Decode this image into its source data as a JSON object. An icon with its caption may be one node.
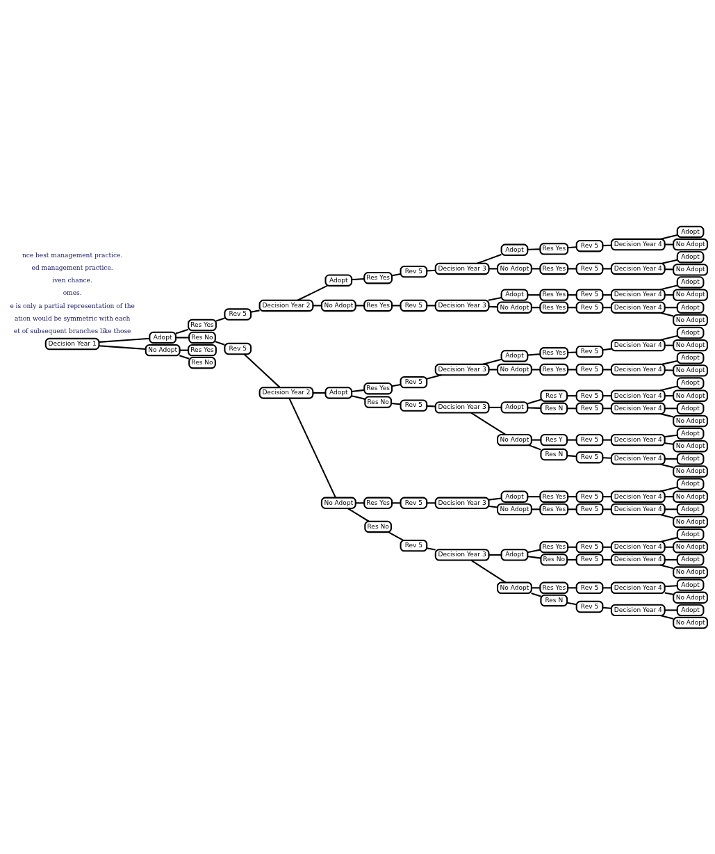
{
  "diagram": {
    "nodes": [
      {
        "text": [
          "Decision Year 1"
        ]
      },
      {
        "text": [
          "Adopt"
        ]
      },
      {
        "text": [
          "Res Yes"
        ]
      },
      {
        "text": [
          "Rev 5"
        ]
      },
      {
        "text": [
          "Decision Year 2"
        ]
      },
      {
        "text": [
          "Adopt"
        ]
      },
      {
        "text": [
          "Res Yes"
        ]
      },
      {
        "text": [
          "Rev 5"
        ]
      },
      {
        "text": [
          "Decision Year 3"
        ]
      },
      {
        "text": [
          "Adopt"
        ]
      },
      {
        "text": [
          "Res Yes"
        ]
      },
      {
        "text": [
          "Rev 5"
        ]
      },
      {
        "text": [
          "Decision Year 4"
        ]
      },
      {
        "text": [
          "Adopt"
        ]
      },
      {
        "text": [
          "No Adopt"
        ]
      },
      {
        "text": [
          "No Adopt"
        ]
      },
      {
        "text": [
          "Res Yes"
        ]
      },
      {
        "text": [
          "Rev 5"
        ]
      },
      {
        "text": [
          "Decision Year 4"
        ]
      },
      {
        "text": [
          "Adopt"
        ]
      },
      {
        "text": [
          "No Adopt"
        ]
      },
      {
        "text": [
          "No Adopt"
        ]
      },
      {
        "text": [
          "Res Yes"
        ]
      },
      {
        "text": [
          "Rev 5"
        ]
      },
      {
        "text": [
          "Decision Year 3"
        ]
      },
      {
        "text": [
          "Adopt"
        ]
      },
      {
        "text": [
          "Res Yes"
        ]
      },
      {
        "text": [
          "Rev 5"
        ]
      },
      {
        "text": [
          "Decision Year 4"
        ]
      },
      {
        "text": [
          "Adopt"
        ]
      },
      {
        "text": [
          "No Adopt"
        ]
      },
      {
        "text": [
          "No Adopt"
        ]
      },
      {
        "text": [
          "Res Yes"
        ]
      },
      {
        "text": [
          "Rev 5"
        ]
      },
      {
        "text": [
          "Decision Year 4"
        ]
      },
      {
        "text": [
          "Adopt"
        ]
      },
      {
        "text": [
          "No Adopt"
        ]
      },
      {
        "text": [
          "Res No"
        ]
      },
      {
        "text": [
          "Rev 5"
        ]
      },
      {
        "text": [
          "Decision Year 2"
        ]
      },
      {
        "text": [
          "Adopt"
        ]
      },
      {
        "text": [
          "Res Yes"
        ]
      },
      {
        "text": [
          "Rev 5"
        ]
      },
      {
        "text": [
          "Decision Year 3"
        ]
      },
      {
        "text": [
          "Adopt"
        ]
      },
      {
        "text": [
          "Res Yes"
        ]
      },
      {
        "text": [
          "Rev 5"
        ]
      },
      {
        "text": [
          "Decision Year 4"
        ]
      },
      {
        "text": [
          "Adopt"
        ]
      },
      {
        "text": [
          "No Adopt"
        ]
      },
      {
        "text": [
          "No Adopt"
        ]
      },
      {
        "text": [
          "Res Yes"
        ]
      },
      {
        "text": [
          "Rev 5"
        ]
      },
      {
        "text": [
          "Decision Year 4"
        ]
      },
      {
        "text": [
          "Adopt"
        ]
      },
      {
        "text": [
          "No Adopt"
        ]
      },
      {
        "text": [
          "Res No"
        ]
      },
      {
        "text": [
          "Rev 5"
        ]
      },
      {
        "text": [
          "Decision Year 3"
        ]
      },
      {
        "text": [
          "Adopt"
        ]
      },
      {
        "text": [
          "Res Y"
        ]
      },
      {
        "text": [
          "Rev 5"
        ]
      },
      {
        "text": [
          "Decision Year 4"
        ]
      },
      {
        "text": [
          "Adopt"
        ]
      },
      {
        "text": [
          "No Adopt"
        ]
      },
      {
        "text": [
          "Res N"
        ]
      },
      {
        "text": [
          "Rev 5"
        ]
      },
      {
        "text": [
          "Decision Year 4"
        ]
      },
      {
        "text": [
          "Adopt"
        ]
      },
      {
        "text": [
          "No Adopt"
        ]
      },
      {
        "text": [
          "No Adopt"
        ]
      },
      {
        "text": [
          "Res Y"
        ]
      },
      {
        "text": [
          "Rev 5"
        ]
      },
      {
        "text": [
          "Decision Year 4"
        ]
      },
      {
        "text": [
          "Adopt"
        ]
      },
      {
        "text": [
          "No Adopt"
        ]
      },
      {
        "text": [
          "Res N"
        ]
      },
      {
        "text": [
          "Rev 5"
        ]
      },
      {
        "text": [
          "Decision Year 4"
        ]
      },
      {
        "text": [
          "Adopt"
        ]
      },
      {
        "text": [
          "No Adopt"
        ]
      },
      {
        "text": [
          "No Adopt"
        ]
      },
      {
        "text": [
          "Res Yes"
        ]
      },
      {
        "text": [
          "Rev 5"
        ]
      },
      {
        "text": [
          "Decision Year 3"
        ]
      },
      {
        "text": [
          "Adopt"
        ]
      },
      {
        "text": [
          "Res Yes"
        ]
      },
      {
        "text": [
          "Rev 5"
        ]
      },
      {
        "text": [
          "Decision Year 4"
        ]
      },
      {
        "text": [
          "Adopt"
        ]
      },
      {
        "text": [
          "No Adopt"
        ]
      },
      {
        "text": [
          "No Adopt"
        ]
      },
      {
        "text": [
          "Res Yes"
        ]
      },
      {
        "text": [
          "Rev 5"
        ]
      },
      {
        "text": [
          "Decision Year 4"
        ]
      },
      {
        "text": [
          "Adopt"
        ]
      },
      {
        "text": [
          "No Adopt"
        ]
      },
      {
        "text": [
          "Res No"
        ]
      },
      {
        "text": [
          "Rev 5"
        ]
      },
      {
        "text": [
          "Decision Year 3"
        ]
      },
      {
        "text": [
          "Adopt"
        ]
      },
      {
        "text": [
          "Res Yes"
        ]
      },
      {
        "text": [
          "Rev 5"
        ]
      },
      {
        "text": [
          "Decision Year 4"
        ]
      },
      {
        "text": [
          "Adopt"
        ]
      },
      {
        "text": [
          "No Adopt"
        ]
      },
      {
        "text": [
          "Res No"
        ]
      },
      {
        "text": [
          "Rev 5"
        ]
      },
      {
        "text": [
          "Decision Year 4"
        ]
      },
      {
        "text": [
          "Adopt"
        ]
      },
      {
        "text": [
          "No Adopt"
        ]
      },
      {
        "text": [
          "No Adopt"
        ]
      },
      {
        "text": [
          "Res Yes"
        ]
      },
      {
        "text": [
          "Rev 5"
        ]
      },
      {
        "text": [
          "Decision Year 4"
        ]
      },
      {
        "text": [
          "Adopt"
        ]
      },
      {
        "text": [
          "No Adopt"
        ]
      },
      {
        "text": [
          "Res N"
        ]
      },
      {
        "text": [
          "Rev 5"
        ]
      },
      {
        "text": [
          "Decision Year 4"
        ]
      },
      {
        "text": [
          "Adopt"
        ]
      },
      {
        "text": [
          "No Adopt"
        ]
      },
      {
        "text": [
          "No Adopt"
        ]
      },
      {
        "text": [
          "Res Yes"
        ]
      },
      {
        "text": [
          "Res No"
        ]
      }
    ],
    "edges": [
      {
        "from": 0,
        "to": 1,
        "arrow": "none"
      },
      {
        "from": 1,
        "to": 2,
        "arrow": "none"
      },
      {
        "from": 2,
        "to": 3,
        "arrow": "none"
      },
      {
        "from": 3,
        "to": 4,
        "arrow": "none"
      },
      {
        "from": 4,
        "to": 5,
        "arrow": "none"
      },
      {
        "from": 5,
        "to": 6,
        "arrow": "none"
      },
      {
        "from": 6,
        "to": 7,
        "arrow": "none"
      },
      {
        "from": 7,
        "to": 8,
        "arrow": "none"
      },
      {
        "from": 8,
        "to": 9,
        "arrow": "none"
      },
      {
        "from": 9,
        "to": 10,
        "arrow": "none"
      },
      {
        "from": 10,
        "to": 11,
        "arrow": "none"
      },
      {
        "from": 11,
        "to": 12,
        "arrow": "none"
      },
      {
        "from": 12,
        "to": 13,
        "arrow": "none"
      },
      {
        "from": 12,
        "to": 14,
        "arrow": "none"
      },
      {
        "from": 8,
        "to": 15,
        "arrow": "none"
      },
      {
        "from": 15,
        "to": 16,
        "arrow": "none"
      },
      {
        "from": 16,
        "to": 17,
        "arrow": "none"
      },
      {
        "from": 17,
        "to": 18,
        "arrow": "none"
      },
      {
        "from": 18,
        "to": 19,
        "arrow": "none"
      },
      {
        "from": 18,
        "to": 20,
        "arrow": "none"
      },
      {
        "from": 4,
        "to": 21,
        "arrow": "none"
      },
      {
        "from": 21,
        "to": 22,
        "arrow": "none"
      },
      {
        "from": 22,
        "to": 23,
        "arrow": "none"
      },
      {
        "from": 23,
        "to": 24,
        "arrow": "none"
      },
      {
        "from": 24,
        "to": 25,
        "arrow": "none"
      },
      {
        "from": 25,
        "to": 26,
        "arrow": "none"
      },
      {
        "from": 26,
        "to": 27,
        "arrow": "none"
      },
      {
        "from": 27,
        "to": 28,
        "arrow": "none"
      },
      {
        "from": 28,
        "to": 29,
        "arrow": "none"
      },
      {
        "from": 28,
        "to": 30,
        "arrow": "none"
      },
      {
        "from": 24,
        "to": 31,
        "arrow": "none"
      },
      {
        "from": 31,
        "to": 32,
        "arrow": "none"
      },
      {
        "from": 32,
        "to": 33,
        "arrow": "none"
      },
      {
        "from": 33,
        "to": 34,
        "arrow": "none"
      },
      {
        "from": 34,
        "to": 35,
        "arrow": "none"
      },
      {
        "from": 34,
        "to": 36,
        "arrow": "none"
      },
      {
        "from": 1,
        "to": 37,
        "arrow": "none"
      },
      {
        "from": 37,
        "to": 38,
        "arrow": "none"
      },
      {
        "from": 38,
        "to": 39,
        "arrow": "none"
      },
      {
        "from": 39,
        "to": 40,
        "arrow": "none"
      },
      {
        "from": 40,
        "to": 41,
        "arrow": "none"
      },
      {
        "from": 41,
        "to": 42,
        "arrow": "none"
      },
      {
        "from": 42,
        "to": 43,
        "arrow": "none"
      },
      {
        "from": 43,
        "to": 44,
        "arrow": "none"
      },
      {
        "from": 44,
        "to": 45,
        "arrow": "none"
      },
      {
        "from": 45,
        "to": 46,
        "arrow": "none"
      },
      {
        "from": 46,
        "to": 47,
        "arrow": "none"
      },
      {
        "from": 47,
        "to": 48,
        "arrow": "none"
      },
      {
        "from": 47,
        "to": 49,
        "arrow": "none"
      },
      {
        "from": 43,
        "to": 50,
        "arrow": "none"
      },
      {
        "from": 50,
        "to": 51,
        "arrow": "none"
      },
      {
        "from": 51,
        "to": 52,
        "arrow": "none"
      },
      {
        "from": 52,
        "to": 53,
        "arrow": "none"
      },
      {
        "from": 53,
        "to": 54,
        "arrow": "none"
      },
      {
        "from": 53,
        "to": 55,
        "arrow": "none"
      },
      {
        "from": 40,
        "to": 56,
        "arrow": "none"
      },
      {
        "from": 56,
        "to": 57,
        "arrow": "none"
      },
      {
        "from": 57,
        "to": 58,
        "arrow": "none"
      },
      {
        "from": 58,
        "to": 59,
        "arrow": "none"
      },
      {
        "from": 59,
        "to": 60,
        "arrow": "none"
      },
      {
        "from": 60,
        "to": 61,
        "arrow": "none"
      },
      {
        "from": 61,
        "to": 62,
        "arrow": "none"
      },
      {
        "from": 62,
        "to": 63,
        "arrow": "none"
      },
      {
        "from": 62,
        "to": 64,
        "arrow": "none"
      },
      {
        "from": 59,
        "to": 65,
        "arrow": "none"
      },
      {
        "from": 65,
        "to": 66,
        "arrow": "none"
      },
      {
        "from": 66,
        "to": 67,
        "arrow": "none"
      },
      {
        "from": 67,
        "to": 68,
        "arrow": "none"
      },
      {
        "from": 67,
        "to": 69,
        "arrow": "none"
      },
      {
        "from": 58,
        "to": 70,
        "arrow": "none"
      },
      {
        "from": 70,
        "to": 71,
        "arrow": "none"
      },
      {
        "from": 71,
        "to": 72,
        "arrow": "none"
      },
      {
        "from": 72,
        "to": 73,
        "arrow": "none"
      },
      {
        "from": 73,
        "to": 74,
        "arrow": "none"
      },
      {
        "from": 73,
        "to": 75,
        "arrow": "none"
      },
      {
        "from": 70,
        "to": 76,
        "arrow": "none"
      },
      {
        "from": 76,
        "to": 77,
        "arrow": "none"
      },
      {
        "from": 77,
        "to": 78,
        "arrow": "none"
      },
      {
        "from": 78,
        "to": 79,
        "arrow": "none"
      },
      {
        "from": 78,
        "to": 80,
        "arrow": "none"
      },
      {
        "from": 39,
        "to": 81,
        "arrow": "none"
      },
      {
        "from": 81,
        "to": 82,
        "arrow": "none"
      },
      {
        "from": 82,
        "to": 83,
        "arrow": "none"
      },
      {
        "from": 83,
        "to": 84,
        "arrow": "none"
      },
      {
        "from": 84,
        "to": 85,
        "arrow": "none"
      },
      {
        "from": 85,
        "to": 86,
        "arrow": "none"
      },
      {
        "from": 86,
        "to": 87,
        "arrow": "none"
      },
      {
        "from": 87,
        "to": 88,
        "arrow": "none"
      },
      {
        "from": 88,
        "to": 89,
        "arrow": "none"
      },
      {
        "from": 88,
        "to": 90,
        "arrow": "none"
      },
      {
        "from": 84,
        "to": 91,
        "arrow": "none"
      },
      {
        "from": 91,
        "to": 92,
        "arrow": "none"
      },
      {
        "from": 92,
        "to": 93,
        "arrow": "none"
      },
      {
        "from": 93,
        "to": 94,
        "arrow": "none"
      },
      {
        "from": 94,
        "to": 95,
        "arrow": "none"
      },
      {
        "from": 94,
        "to": 96,
        "arrow": "none"
      },
      {
        "from": 81,
        "to": 97,
        "arrow": "none"
      },
      {
        "from": 97,
        "to": 98,
        "arrow": "none"
      },
      {
        "from": 98,
        "to": 99,
        "arrow": "none"
      },
      {
        "from": 99,
        "to": 100,
        "arrow": "none"
      },
      {
        "from": 100,
        "to": 101,
        "arrow": "none"
      },
      {
        "from": 101,
        "to": 102,
        "arrow": "none"
      },
      {
        "from": 102,
        "to": 103,
        "arrow": "none"
      },
      {
        "from": 103,
        "to": 104,
        "arrow": "none"
      },
      {
        "from": 103,
        "to": 105,
        "arrow": "none"
      },
      {
        "from": 100,
        "to": 106,
        "arrow": "none"
      },
      {
        "from": 106,
        "to": 107,
        "arrow": "none"
      },
      {
        "from": 107,
        "to": 108,
        "arrow": "none"
      },
      {
        "from": 108,
        "to": 109,
        "arrow": "none"
      },
      {
        "from": 108,
        "to": 110,
        "arrow": "none"
      },
      {
        "from": 99,
        "to": 111,
        "arrow": "none"
      },
      {
        "from": 111,
        "to": 112,
        "arrow": "none"
      },
      {
        "from": 112,
        "to": 113,
        "arrow": "none"
      },
      {
        "from": 113,
        "to": 114,
        "arrow": "none"
      },
      {
        "from": 114,
        "to": 115,
        "arrow": "none"
      },
      {
        "from": 114,
        "to": 116,
        "arrow": "none"
      },
      {
        "from": 111,
        "to": 117,
        "arrow": "none"
      },
      {
        "from": 117,
        "to": 118,
        "arrow": "none"
      },
      {
        "from": 118,
        "to": 119,
        "arrow": "none"
      },
      {
        "from": 119,
        "to": 120,
        "arrow": "none"
      },
      {
        "from": 119,
        "to": 121,
        "arrow": "none"
      },
      {
        "from": 0,
        "to": 122,
        "arrow": "none"
      },
      {
        "from": 122,
        "to": 123,
        "arrow": "none"
      },
      {
        "from": 122,
        "to": 124,
        "arrow": "none"
      }
    ],
    "labels": [
      "nce best management practice.",
      "ed management practice.",
      "iven chance.",
      "omes.",
      "e is only a partial representation of the",
      "ation would be symmetric with each",
      "et of subsequent branches like those"
    ]
  }
}
